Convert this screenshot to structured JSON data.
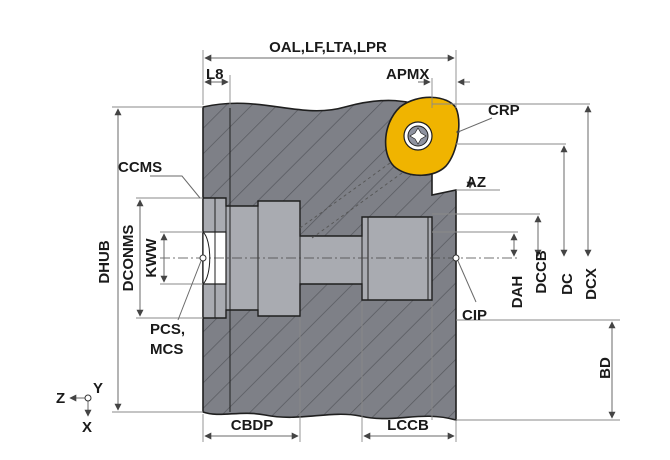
{
  "labels": {
    "oal": "OAL,LF,LTA,LPR",
    "l8": "L8",
    "apmx": "APMX",
    "crp": "CRP",
    "ccms": "CCMS",
    "az": "AZ",
    "dhub": "DHUB",
    "dconms": "DCONMS",
    "kww": "KWW",
    "dah": "DAH",
    "dccb": "DCCB",
    "dc": "DC",
    "dcx": "DCX",
    "pcs_mcs": "PCS,\nMCS",
    "cip": "CIP",
    "bd": "BD",
    "cbdp": "CBDP",
    "lccb": "LCCB"
  },
  "axes": {
    "z": "Z",
    "y": "Y",
    "x": "X"
  },
  "colors": {
    "body": "#7e8087",
    "hatch": "#5b5d63",
    "bore": "#a9abb1",
    "insert": "#f0b400",
    "insert_center": "#8f93a0",
    "outline": "#1f1f1f"
  }
}
